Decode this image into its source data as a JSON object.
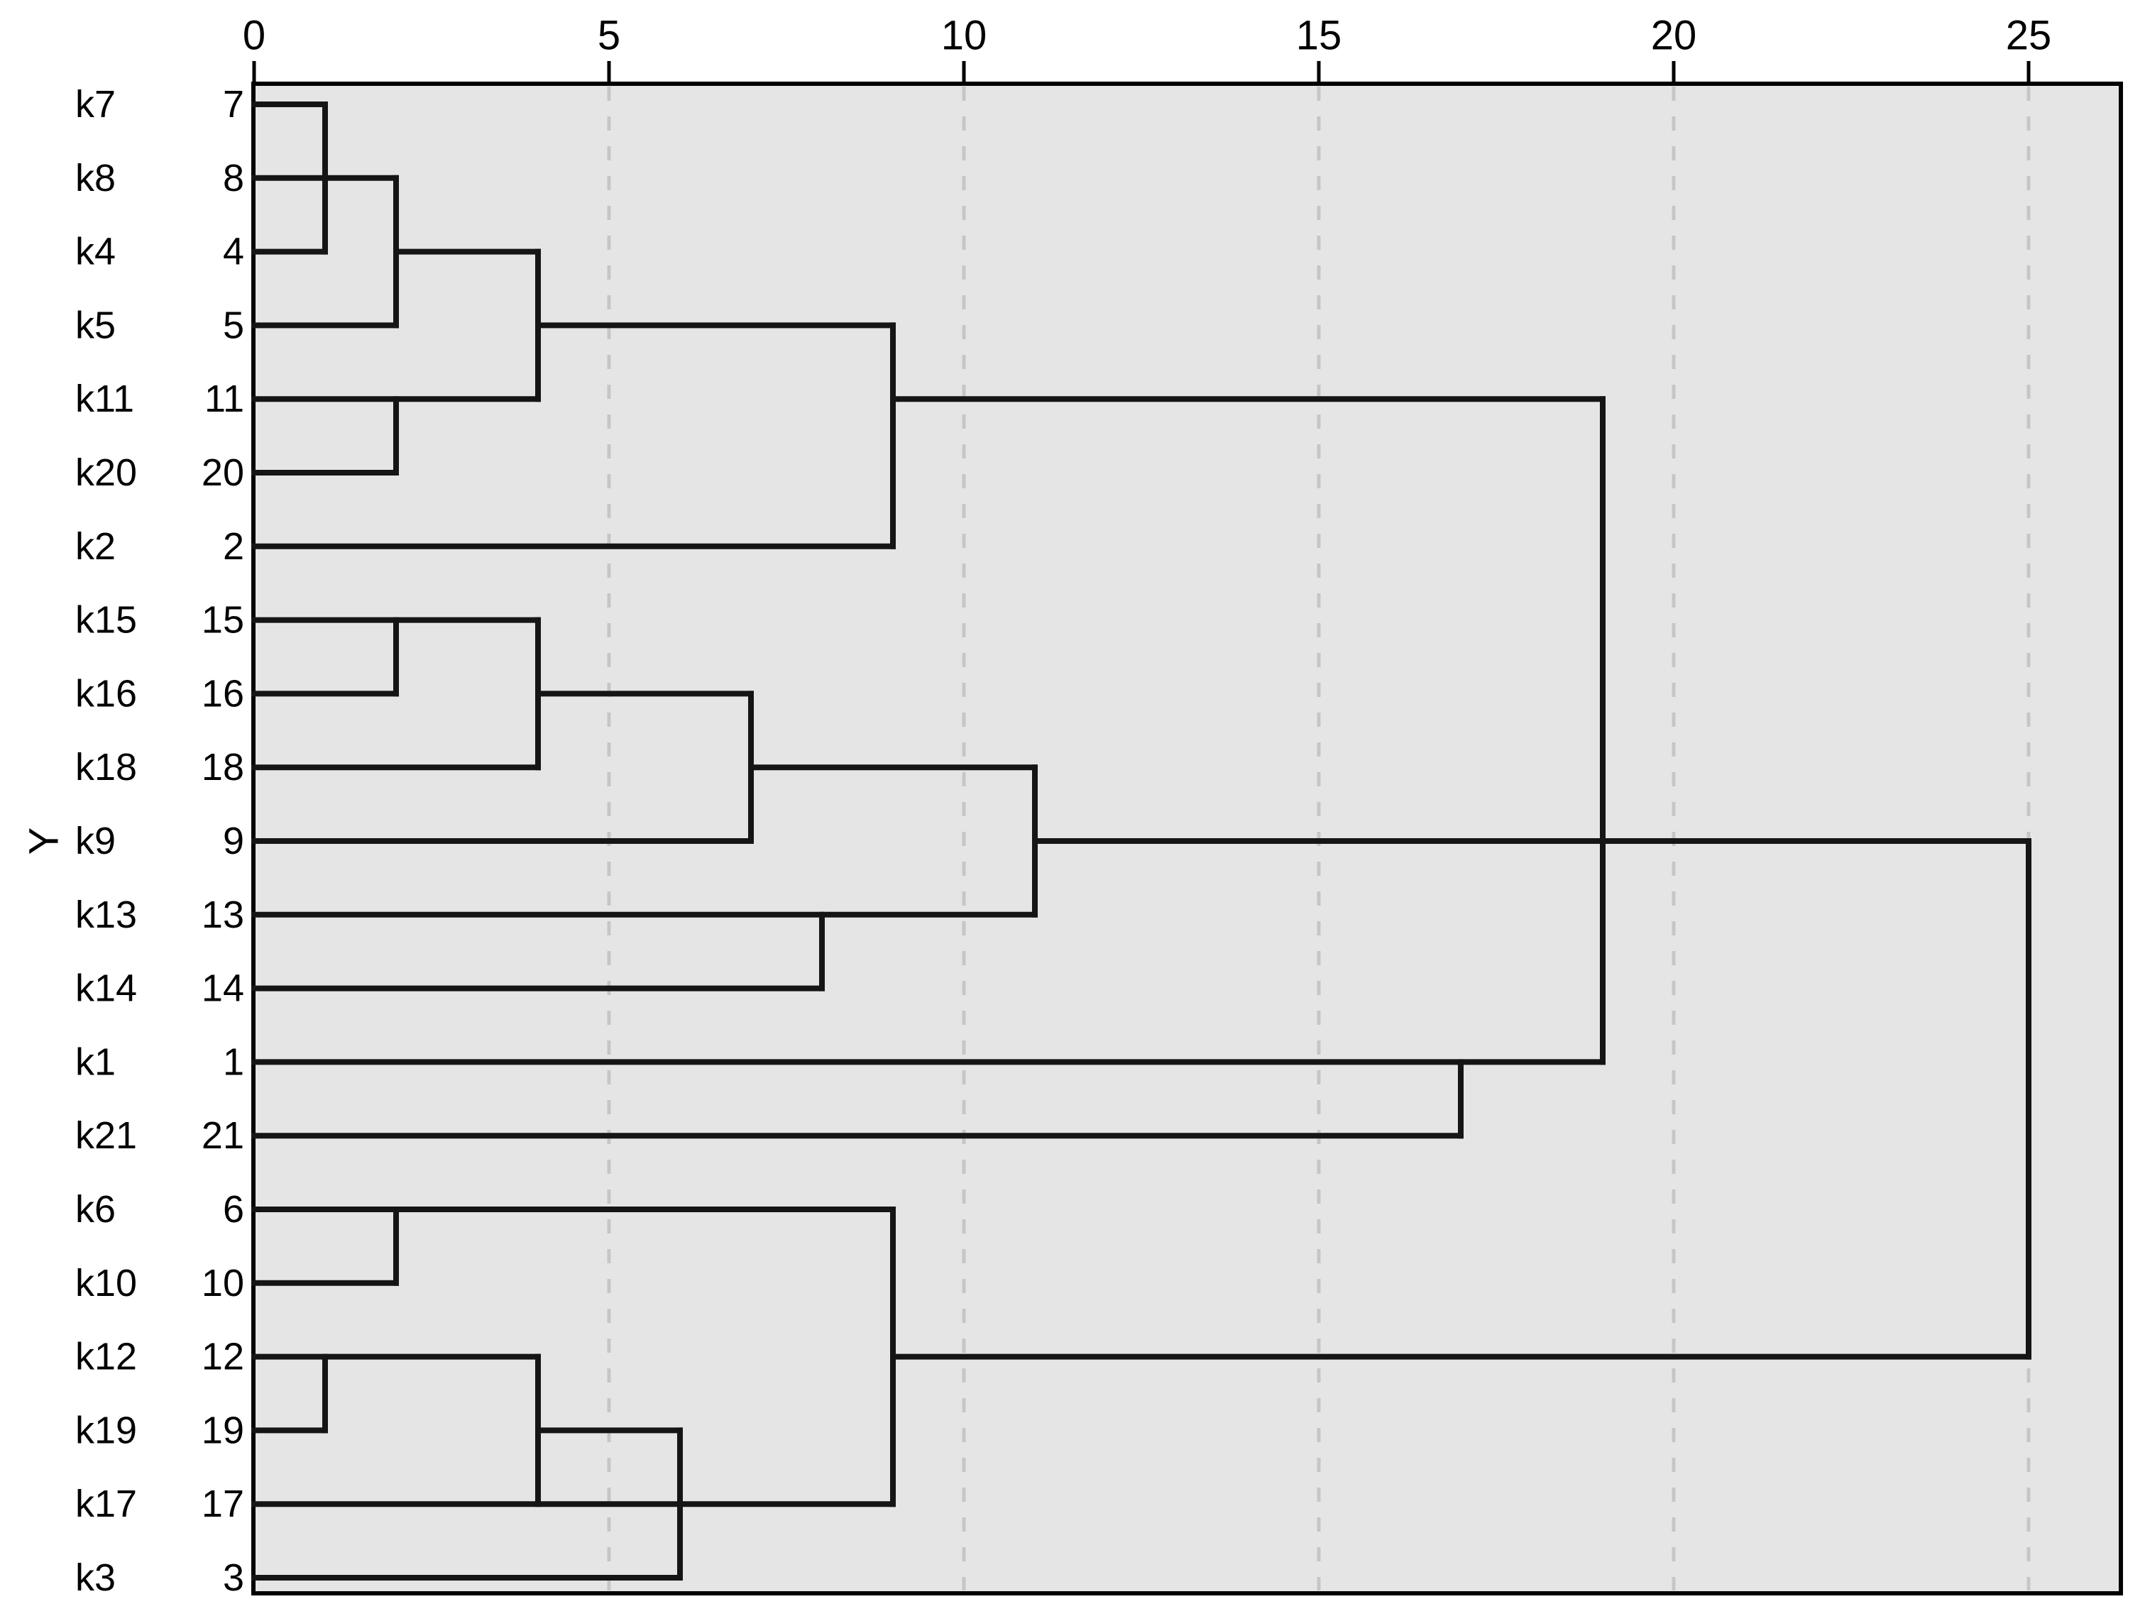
{
  "figure": {
    "background": "#ffffff",
    "plot_background": "#e5e5e5",
    "tree_line_color": "#151515",
    "border_color": "#000000",
    "grid_color": "#c6c6c6",
    "y_axis_label": "Y"
  },
  "chart_data": {
    "type": "dendrogram",
    "orientation": "horizontal",
    "title": "",
    "xlabel": "",
    "ylabel": "Y",
    "x_axis": {
      "ticks": [
        0,
        5,
        10,
        15,
        20,
        25
      ],
      "range": [
        0,
        25
      ],
      "gridlines_at": [
        5,
        10,
        15,
        20,
        25
      ],
      "gridline_style": "dashed"
    },
    "leaves": [
      {
        "label": "k7",
        "num": "7"
      },
      {
        "label": "k8",
        "num": "8"
      },
      {
        "label": "k4",
        "num": "4"
      },
      {
        "label": "k5",
        "num": "5"
      },
      {
        "label": "k11",
        "num": "11"
      },
      {
        "label": "k20",
        "num": "20"
      },
      {
        "label": "k2",
        "num": "2"
      },
      {
        "label": "k15",
        "num": "15"
      },
      {
        "label": "k16",
        "num": "16"
      },
      {
        "label": "k18",
        "num": "18"
      },
      {
        "label": "k9",
        "num": "9"
      },
      {
        "label": "k13",
        "num": "13"
      },
      {
        "label": "k14",
        "num": "14"
      },
      {
        "label": "k1",
        "num": "1"
      },
      {
        "label": "k21",
        "num": "21"
      },
      {
        "label": "k6",
        "num": "6"
      },
      {
        "label": "k10",
        "num": "10"
      },
      {
        "label": "k12",
        "num": "12"
      },
      {
        "label": "k19",
        "num": "19"
      },
      {
        "label": "k17",
        "num": "17"
      },
      {
        "label": "k3",
        "num": "3"
      }
    ],
    "merges": [
      {
        "distance": 1,
        "joins": [
          "k7",
          "k4"
        ]
      },
      {
        "distance": 1,
        "joins": [
          "k12",
          "k19"
        ]
      },
      {
        "distance": 2,
        "joins": [
          "k8",
          "k5"
        ]
      },
      {
        "distance": 2,
        "joins": [
          "k11",
          "k20"
        ]
      },
      {
        "distance": 2,
        "joins": [
          "k15",
          "k16"
        ]
      },
      {
        "distance": 2,
        "joins": [
          "k6",
          "k10"
        ]
      },
      {
        "distance": 4,
        "joins": [
          "{k7,k4,k8,k5}",
          "{k11,k20}"
        ]
      },
      {
        "distance": 4,
        "joins": [
          "{k15,k16}",
          "k18"
        ]
      },
      {
        "distance": 4,
        "joins": [
          "{k12,k19}",
          "k17"
        ]
      },
      {
        "distance": 6,
        "joins": [
          "{k12,k19,k17}",
          "k3"
        ]
      },
      {
        "distance": 7,
        "joins": [
          "{k15,k16,k18}",
          "k9"
        ]
      },
      {
        "distance": 8,
        "joins": [
          "k13",
          "k14"
        ]
      },
      {
        "distance": 9,
        "joins": [
          "{k7,k8,k4,k5,k11,k20}",
          "k2"
        ]
      },
      {
        "distance": 9,
        "joins": [
          "{k6,k10}",
          "{k12,k19,k17,k3}"
        ]
      },
      {
        "distance": 11,
        "joins": [
          "{k15,k16,k18,k9}",
          "{k13,k14}"
        ]
      },
      {
        "distance": 17,
        "joins": [
          "k1",
          "k21"
        ]
      },
      {
        "distance": 19,
        "joins": [
          "{k7,k8,k4,k5,k11,k20,k2}",
          "{k1,k21}"
        ]
      },
      {
        "distance": 25,
        "joins": [
          "{k15,k16,k18,k9,k13,k14}",
          "{k6,k10,k12,k19,k17,k3}"
        ]
      }
    ],
    "h_segments": [
      [
        0,
        0,
        1
      ],
      [
        1,
        0,
        2
      ],
      [
        2,
        0,
        1
      ],
      [
        3,
        0,
        2
      ],
      [
        4,
        0,
        4
      ],
      [
        5,
        0,
        2
      ],
      [
        6,
        0,
        9
      ],
      [
        7,
        0,
        4
      ],
      [
        8,
        0,
        2
      ],
      [
        9,
        0,
        4
      ],
      [
        10,
        0,
        7
      ],
      [
        11,
        0,
        11
      ],
      [
        12,
        0,
        8
      ],
      [
        13,
        0,
        19
      ],
      [
        14,
        0,
        17
      ],
      [
        15,
        0,
        9
      ],
      [
        16,
        0,
        2
      ],
      [
        17,
        0,
        4
      ],
      [
        18,
        0,
        1
      ],
      [
        19,
        0,
        6
      ],
      [
        20,
        0,
        6
      ],
      [
        2,
        2,
        4
      ],
      [
        3,
        4,
        9
      ],
      [
        4,
        9,
        19
      ],
      [
        8,
        4,
        7
      ],
      [
        9,
        7,
        11
      ],
      [
        10,
        11,
        25
      ],
      [
        18,
        4,
        6
      ],
      [
        19,
        6,
        9
      ],
      [
        17,
        9,
        25
      ]
    ],
    "v_segments": [
      [
        1,
        0,
        2
      ],
      [
        2,
        1,
        3
      ],
      [
        2,
        4,
        5
      ],
      [
        4,
        2,
        4
      ],
      [
        9,
        3,
        6
      ],
      [
        2,
        7,
        8
      ],
      [
        4,
        7,
        9
      ],
      [
        7,
        8,
        10
      ],
      [
        8,
        11,
        12
      ],
      [
        11,
        9,
        11
      ],
      [
        17,
        13,
        14
      ],
      [
        19,
        4,
        13
      ],
      [
        2,
        15,
        16
      ],
      [
        1,
        17,
        18
      ],
      [
        4,
        17,
        19
      ],
      [
        6,
        18,
        20
      ],
      [
        9,
        15,
        19
      ],
      [
        25,
        10,
        17
      ]
    ]
  }
}
